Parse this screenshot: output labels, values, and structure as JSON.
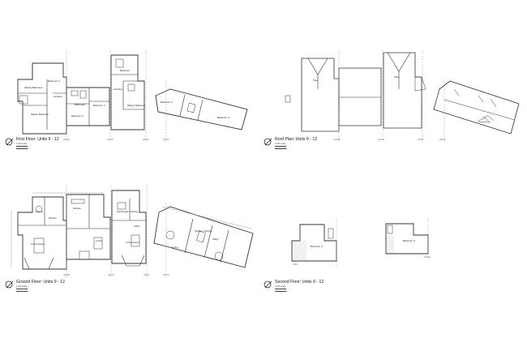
{
  "panels": {
    "first_floor": {
      "title": "First Floor: Units 9 - 12",
      "scale": "1:100 scale",
      "scale_bar": "1:100 Scale bar",
      "rooms": [
        "Bedroom 3",
        "Family Bathroom",
        "Master Bedroom",
        "Landing",
        "Bathroom",
        "Bedroom 2",
        "Bedroom 3",
        "Bedroom",
        "Landing",
        "Master Bedroom",
        "Bedroom 2",
        "Bedroom 3"
      ],
      "grid_refs": [
        "Unit 09",
        "Unit 10",
        "Unit 11",
        "Unit 12"
      ]
    },
    "roof_plan": {
      "title": "Roof Plan: Units 9 - 12",
      "scale": "1:100 scale",
      "scale_bar": "1:100 Scale bar",
      "rooms": [
        "Tiles",
        "Tiles"
      ],
      "grid_refs": [
        "Unit 09",
        "Unit 10",
        "Unit 11",
        "Unit 12"
      ]
    },
    "ground_floor": {
      "title": "Ground Floor: Units 9 - 12",
      "scale": "1:100 scale",
      "scale_bar": "1:100 Scale bar",
      "rooms": [
        "Dining",
        "Kitchen",
        "Living Room",
        "Kitchen",
        "Living",
        "Kitchenette / Dining",
        "Utility",
        "Living Room",
        "Kitchen / Dining",
        "Utility",
        "Living"
      ],
      "grid_refs": [
        "Unit 09",
        "Unit 10",
        "Unit 11",
        "Unit 12"
      ]
    },
    "second_floor": {
      "title": "Second Floor: Units 9 - 12",
      "scale": "1:100 scale",
      "scale_bar": "1:100 Scale bar",
      "rooms": [
        "Bedroom 4",
        "Bedroom 4"
      ],
      "grid_refs": [
        "Unit 9",
        "Unit 12"
      ]
    }
  }
}
